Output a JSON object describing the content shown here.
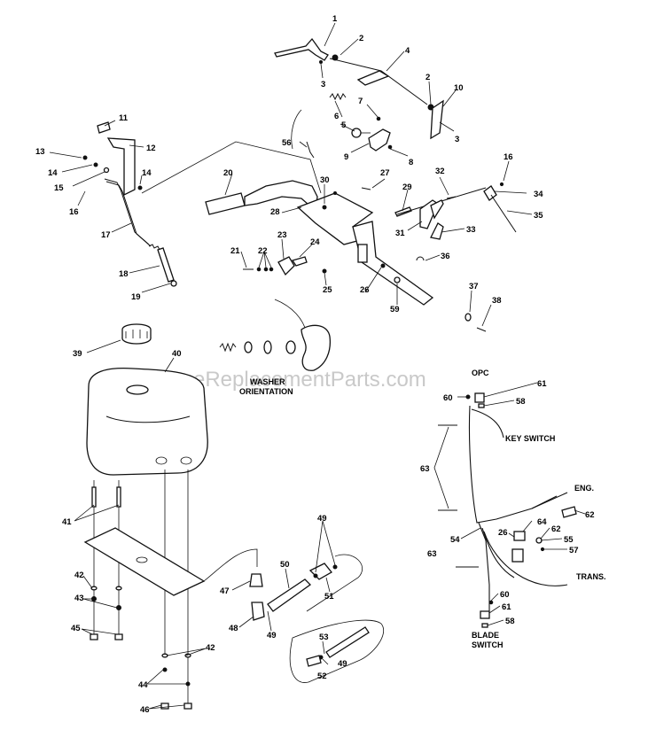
{
  "watermark": "eReplacementParts.com",
  "callouts": [
    {
      "id": "c1",
      "text": "1"
    },
    {
      "id": "c2a",
      "text": "2"
    },
    {
      "id": "c2b",
      "text": "2"
    },
    {
      "id": "c3a",
      "text": "3"
    },
    {
      "id": "c3b",
      "text": "3"
    },
    {
      "id": "c4",
      "text": "4"
    },
    {
      "id": "c5",
      "text": "5"
    },
    {
      "id": "c6",
      "text": "6"
    },
    {
      "id": "c7",
      "text": "7"
    },
    {
      "id": "c8",
      "text": "8"
    },
    {
      "id": "c9",
      "text": "9"
    },
    {
      "id": "c10",
      "text": "10"
    },
    {
      "id": "c11",
      "text": "11"
    },
    {
      "id": "c12",
      "text": "12"
    },
    {
      "id": "c13",
      "text": "13"
    },
    {
      "id": "c14a",
      "text": "14"
    },
    {
      "id": "c14b",
      "text": "14"
    },
    {
      "id": "c15",
      "text": "15"
    },
    {
      "id": "c16a",
      "text": "16"
    },
    {
      "id": "c16b",
      "text": "16"
    },
    {
      "id": "c17",
      "text": "17"
    },
    {
      "id": "c18",
      "text": "18"
    },
    {
      "id": "c19",
      "text": "19"
    },
    {
      "id": "c20",
      "text": "20"
    },
    {
      "id": "c21",
      "text": "21"
    },
    {
      "id": "c22",
      "text": "22"
    },
    {
      "id": "c23",
      "text": "23"
    },
    {
      "id": "c24",
      "text": "24"
    },
    {
      "id": "c25",
      "text": "25"
    },
    {
      "id": "c26a",
      "text": "26"
    },
    {
      "id": "c26b",
      "text": "26"
    },
    {
      "id": "c27",
      "text": "27"
    },
    {
      "id": "c28",
      "text": "28"
    },
    {
      "id": "c29",
      "text": "29"
    },
    {
      "id": "c30",
      "text": "30"
    },
    {
      "id": "c31",
      "text": "31"
    },
    {
      "id": "c32",
      "text": "32"
    },
    {
      "id": "c33",
      "text": "33"
    },
    {
      "id": "c34",
      "text": "34"
    },
    {
      "id": "c35",
      "text": "35"
    },
    {
      "id": "c36",
      "text": "36"
    },
    {
      "id": "c37",
      "text": "37"
    },
    {
      "id": "c38",
      "text": "38"
    },
    {
      "id": "c39",
      "text": "39"
    },
    {
      "id": "c40",
      "text": "40"
    },
    {
      "id": "c41",
      "text": "41"
    },
    {
      "id": "c42a",
      "text": "42"
    },
    {
      "id": "c42b",
      "text": "42"
    },
    {
      "id": "c43",
      "text": "43"
    },
    {
      "id": "c44",
      "text": "44"
    },
    {
      "id": "c45",
      "text": "45"
    },
    {
      "id": "c46",
      "text": "46"
    },
    {
      "id": "c47",
      "text": "47"
    },
    {
      "id": "c48",
      "text": "48"
    },
    {
      "id": "c49a",
      "text": "49"
    },
    {
      "id": "c49b",
      "text": "49"
    },
    {
      "id": "c49c",
      "text": "49"
    },
    {
      "id": "c50",
      "text": "50"
    },
    {
      "id": "c51",
      "text": "51"
    },
    {
      "id": "c52",
      "text": "52"
    },
    {
      "id": "c53",
      "text": "53"
    },
    {
      "id": "c54",
      "text": "54"
    },
    {
      "id": "c55",
      "text": "55"
    },
    {
      "id": "c56",
      "text": "56"
    },
    {
      "id": "c57",
      "text": "57"
    },
    {
      "id": "c58a",
      "text": "58"
    },
    {
      "id": "c58b",
      "text": "58"
    },
    {
      "id": "c59",
      "text": "59"
    },
    {
      "id": "c60a",
      "text": "60"
    },
    {
      "id": "c60b",
      "text": "60"
    },
    {
      "id": "c61a",
      "text": "61"
    },
    {
      "id": "c61b",
      "text": "61"
    },
    {
      "id": "c62a",
      "text": "62"
    },
    {
      "id": "c62b",
      "text": "62"
    },
    {
      "id": "c63a",
      "text": "63"
    },
    {
      "id": "c63b",
      "text": "63"
    },
    {
      "id": "c64",
      "text": "64"
    }
  ],
  "labels": {
    "washer_orientation_1": "WASHER",
    "washer_orientation_2": "ORIENTATION",
    "opc": "OPC",
    "key_switch": "KEY SWITCH",
    "eng": "ENG.",
    "trans": "TRANS.",
    "blade_switch_1": "BLADE",
    "blade_switch_2": "SWITCH"
  }
}
